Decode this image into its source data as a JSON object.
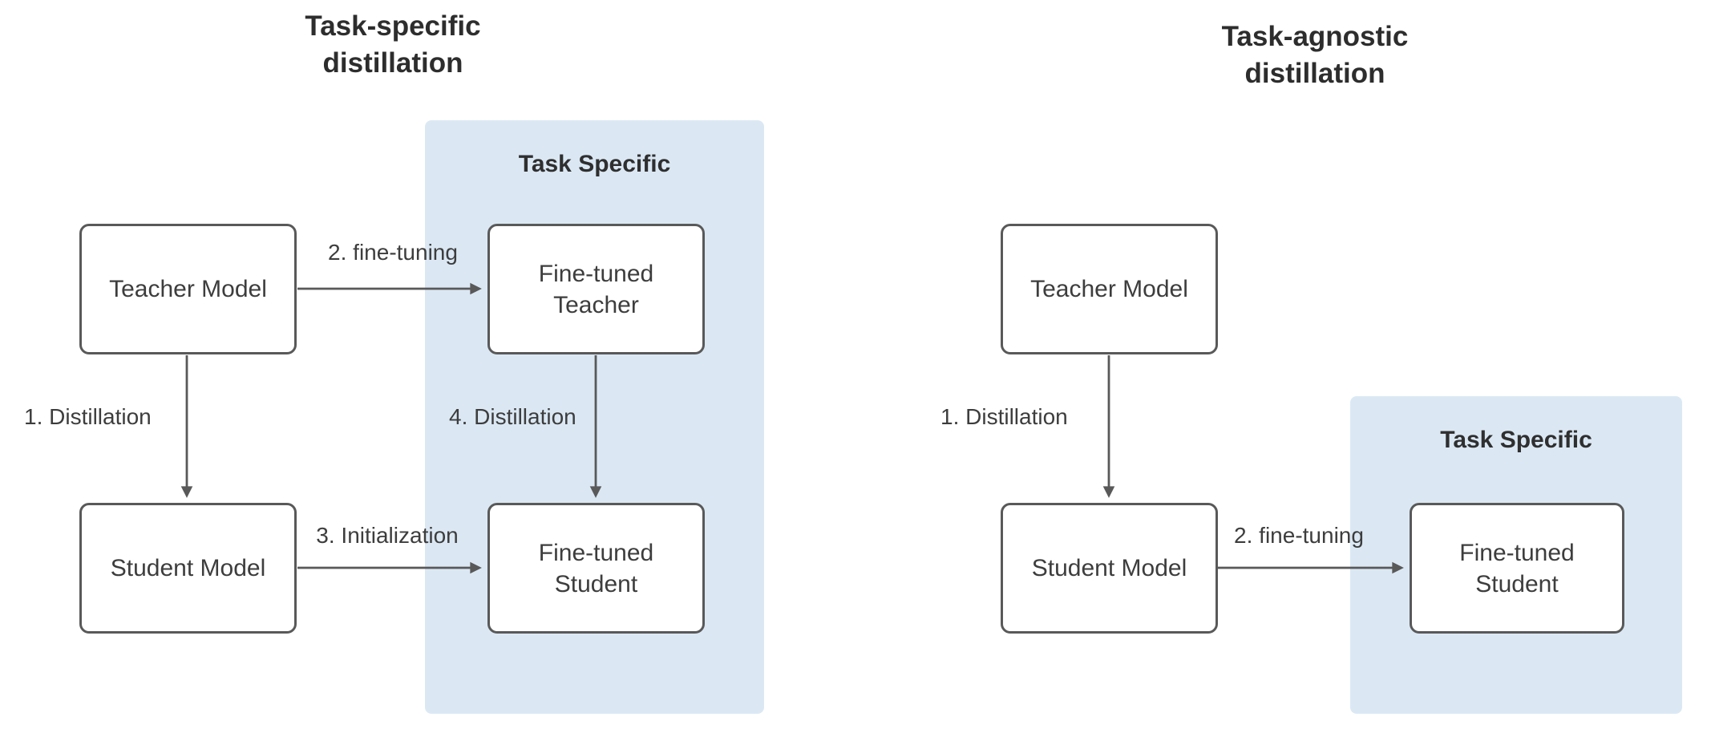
{
  "diagram": {
    "left": {
      "title": "Task-specific distillation",
      "region_label": "Task Specific",
      "nodes": {
        "teacher": "Teacher Model",
        "student": "Student Model",
        "fine_tuned_teacher": "Fine-tuned Teacher",
        "fine_tuned_student": "Fine-tuned Student"
      },
      "edge_labels": {
        "distillation": "1. Distillation",
        "fine_tuning": "2. fine-tuning",
        "initialization": "3. Initialization",
        "distillation_2": "4. Distillation"
      }
    },
    "right": {
      "title": "Task-agnostic distillation",
      "region_label": "Task Specific",
      "nodes": {
        "teacher": "Teacher Model",
        "student": "Student Model",
        "fine_tuned_student": "Fine-tuned Student"
      },
      "edge_labels": {
        "distillation": "1. Distillation",
        "fine_tuning": "2. fine-tuning"
      }
    },
    "colors": {
      "region_fill": "#dbe8f4",
      "node_fill": "#ffffff",
      "node_border": "#595959",
      "arrow": "#595959",
      "label_text": "#3d3d3d",
      "title_text": "#2d2d2d"
    }
  }
}
